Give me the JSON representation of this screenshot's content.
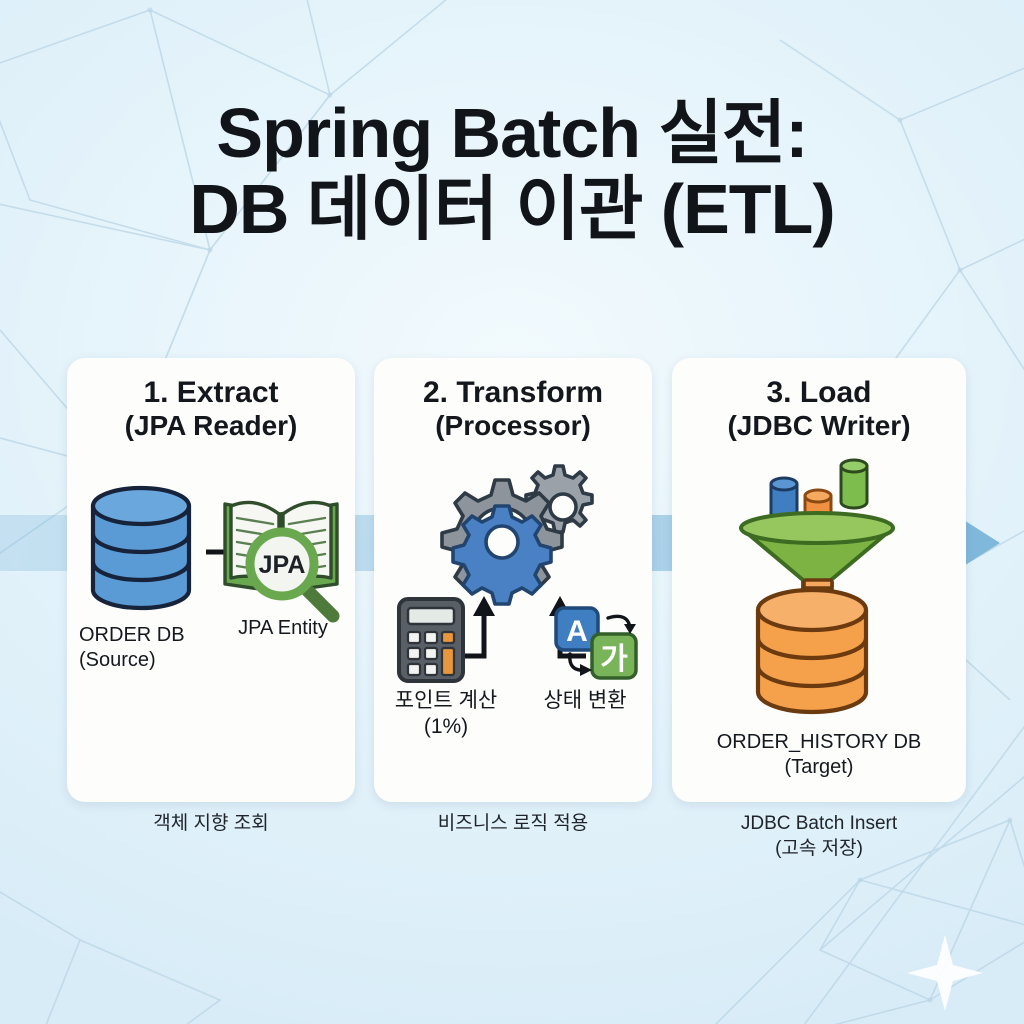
{
  "title": {
    "line1": "Spring Batch 실전:",
    "line2": "DB 데이터 이관 (ETL)"
  },
  "colors": {
    "background_top": "#f2fafd",
    "background_bottom": "#d8ecf7",
    "card_bg": "#fdfdfc",
    "arrow_blue": "#7fb8dc",
    "source_db_blue": "#5b9bd5",
    "target_db_orange": "#f5a04b",
    "funnel_green": "#7cb342",
    "book_green": "#6aa84f",
    "gear_gray": "#8d949b",
    "gear_blue": "#4a81c4",
    "translate_blue": "#3f7fc1",
    "translate_green": "#79b45a",
    "title_text": "#111418"
  },
  "cards": [
    {
      "id": "extract",
      "heading_main": "1. Extract",
      "heading_sub": "(JPA Reader)",
      "labels": {
        "source_db_line1": "ORDER DB",
        "source_db_line2": "(Source)",
        "entity": "JPA Entity"
      },
      "icons": {
        "database": "database-icon",
        "arrow": "arrow-right-icon",
        "book": "book-magnifier-icon",
        "badge_text": "JPA"
      },
      "caption": "객체 지향 조회"
    },
    {
      "id": "transform",
      "heading_main": "2. Transform",
      "heading_sub": "(Processor)",
      "labels": {
        "calc_line1": "포인트 계산",
        "calc_line2": "(1%)",
        "translate": "상태 변환"
      },
      "icons": {
        "gears": "gears-icon",
        "calculator": "calculator-icon",
        "translate": "translate-icon",
        "translate_left_glyph": "A",
        "translate_right_glyph": "가"
      },
      "caption": "비즈니스 로직 적용"
    },
    {
      "id": "load",
      "heading_main": "3. Load",
      "heading_sub": "(JDBC Writer)",
      "labels": {
        "target_db_line1": "ORDER_HISTORY DB",
        "target_db_line2": "(Target)"
      },
      "icons": {
        "funnel": "funnel-icon",
        "database": "database-icon"
      },
      "caption_line1": "JDBC Batch Insert",
      "caption_line2": "(고속 저장)"
    }
  ],
  "flow_arrow": {
    "name": "flow-arrow-right",
    "direction": "left-to-right"
  },
  "decorations": {
    "sparkle": "sparkle-icon",
    "network_lines": "polygon-network-pattern"
  }
}
